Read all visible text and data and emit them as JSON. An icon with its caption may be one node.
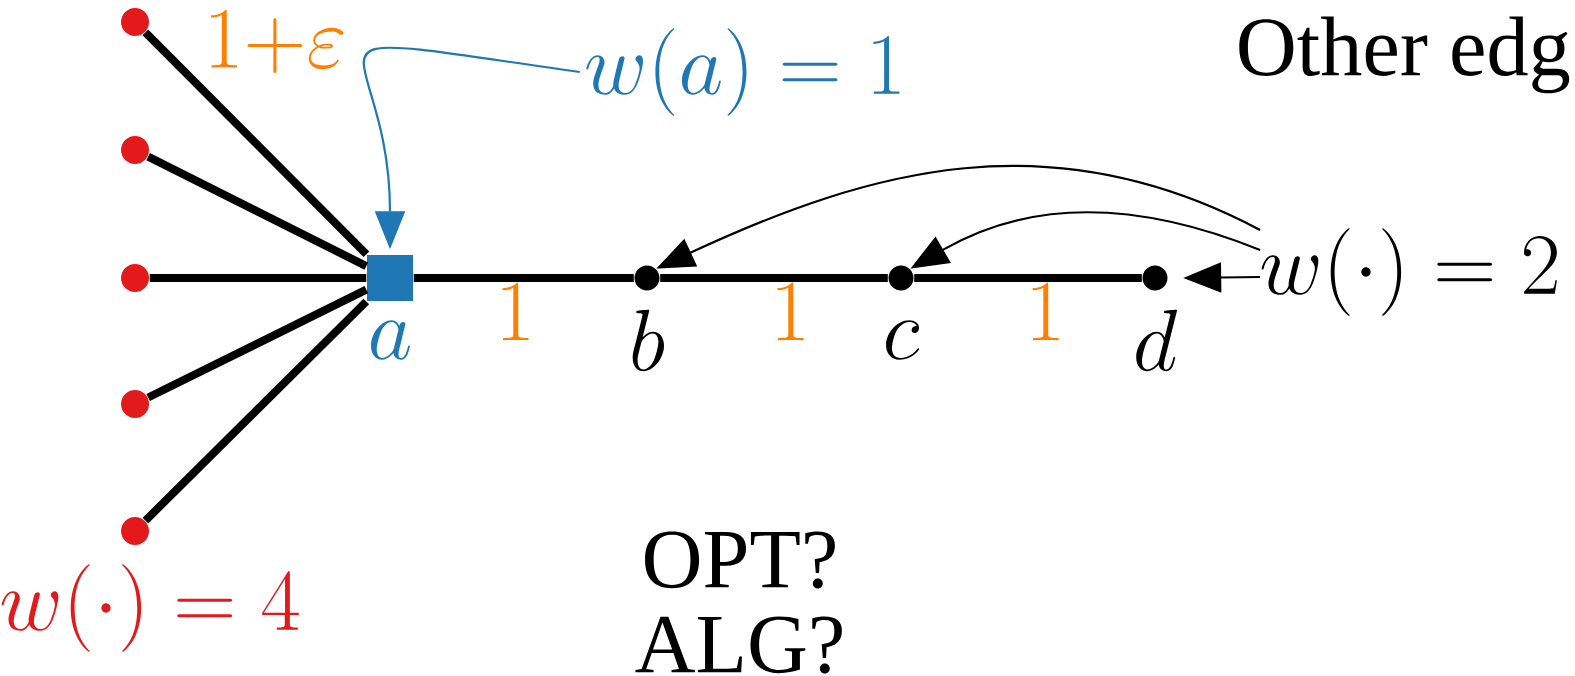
{
  "diagram": {
    "nodes": [
      {
        "text": [],
        "shape": "circle"
      },
      {
        "text": [],
        "shape": "circle"
      },
      {
        "text": [],
        "shape": "circle"
      },
      {
        "text": [],
        "shape": "circle"
      },
      {
        "text": [],
        "shape": "circle"
      },
      {
        "text": [],
        "shape": "box",
        "beside": [
          "a"
        ]
      },
      {
        "text": [],
        "shape": "circle",
        "beside": [
          "b"
        ]
      },
      {
        "text": [],
        "shape": "circle",
        "beside": [
          "c"
        ]
      },
      {
        "text": [],
        "shape": "circle",
        "beside": [
          "d"
        ]
      },
      {
        "text": [
          "w(a) = 1"
        ]
      },
      {
        "text": [
          "w(\\cdot) = 2"
        ]
      }
    ],
    "edges": [
      {
        "from": 0,
        "to": 5,
        "arrow": "none",
        "label": "1{+}\\varepsilon"
      },
      {
        "from": 1,
        "to": 5,
        "arrow": "none"
      },
      {
        "from": 2,
        "to": 5,
        "arrow": "none"
      },
      {
        "from": 3,
        "to": 5,
        "arrow": "none"
      },
      {
        "from": 4,
        "to": 5,
        "arrow": "none"
      },
      {
        "from": 5,
        "to": 6,
        "arrow": "none",
        "label": "1"
      },
      {
        "from": 6,
        "to": 7,
        "arrow": "none",
        "label": "1"
      },
      {
        "from": 7,
        "to": 8,
        "arrow": "none",
        "label": "1"
      },
      {
        "from": 9,
        "to": 5,
        "arrow": "to",
        "color": "#1f78b4"
      },
      {
        "from": 10,
        "to": 6,
        "arrow": "to"
      },
      {
        "from": 10,
        "to": 7,
        "arrow": "to"
      },
      {
        "from": 10,
        "to": 8,
        "arrow": "to"
      }
    ],
    "labels": [
      "w(\\cdot) = 4",
      "OPT?",
      "ALG?",
      "Other edg"
    ]
  }
}
